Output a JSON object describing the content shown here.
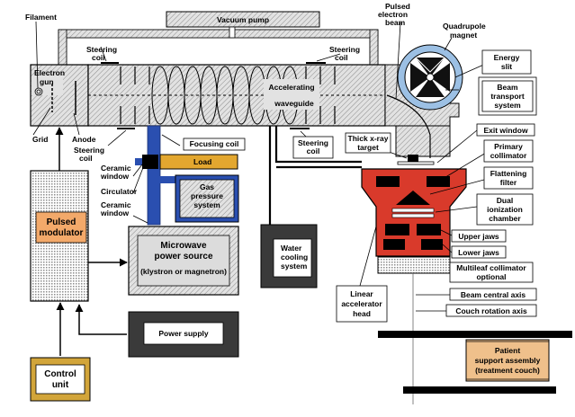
{
  "labels": {
    "vacuum_pump": "Vacuum pump",
    "filament": "Filament",
    "pulsed_beam_1": "Pulsed",
    "pulsed_beam_2": "electron",
    "pulsed_beam_3": "beam",
    "quadrupole_1": "Quadrupole",
    "quadrupole_2": "magnet",
    "energy_slit_1": "Energy",
    "energy_slit_2": "slit",
    "steering_coil_top_left_1": "Steering",
    "steering_coil_top_left_2": "coil",
    "steering_coil_top_right_1": "Steering",
    "steering_coil_top_right_2": "coil",
    "electron_gun_1": "Electron",
    "electron_gun_2": "gun",
    "accelerating_1": "Accelerating",
    "accelerating_2": "waveguide",
    "beam_transport_1": "Beam",
    "beam_transport_2": "transport",
    "beam_transport_3": "system",
    "grid": "Grid",
    "anode": "Anode",
    "steering_coil_left_1": "Steering",
    "steering_coil_left_2": "coil",
    "focusing_coil": "Focusing coil",
    "steering_coil_bottom_1": "Steering",
    "steering_coil_bottom_2": "coil",
    "thick_xray_1": "Thick x-ray",
    "thick_xray_2": "target",
    "exit_window": "Exit window",
    "primary_collimator_1": "Primary",
    "primary_collimator_2": "collimator",
    "ceramic_window_1_a": "Ceramic",
    "ceramic_window_1_b": "window",
    "load": "Load",
    "flattening_filter_1": "Flattening",
    "flattening_filter_2": "filter",
    "circulator": "Circulator",
    "gas_pressure_1": "Gas",
    "gas_pressure_2": "pressure",
    "gas_pressure_3": "system",
    "dual_ion_1": "Dual",
    "dual_ion_2": "ionization",
    "dual_ion_3": "chamber",
    "ceramic_window_2_a": "Ceramic",
    "ceramic_window_2_b": "window",
    "pulsed_modulator_1": "Pulsed",
    "pulsed_modulator_2": "modulator",
    "microwave_1": "Microwave",
    "microwave_2": "power source",
    "microwave_3": "(klystron or magnetron)",
    "water_cooling_1": "Water",
    "water_cooling_2": "cooling",
    "water_cooling_3": "system",
    "upper_jaws": "Upper jaws",
    "lower_jaws": "Lower jaws",
    "multileaf_1": "Multileaf collimator",
    "multileaf_2": "optional",
    "linac_head_1": "Linear",
    "linac_head_2": "accelerator",
    "linac_head_3": "head",
    "beam_central_axis": "Beam central axis",
    "couch_rotation_axis": "Couch rotation axis",
    "power_supply": "Power supply",
    "patient_support_1": "Patient",
    "patient_support_2": "support assembly",
    "patient_support_3": "(treatment couch)",
    "control_unit_1": "Control",
    "control_unit_2": "unit"
  },
  "colors": {
    "hatch_gray": "#b8b8b8",
    "load_orange": "#e3a72f",
    "orange_label": "#f3a96a",
    "head_red": "#d93a2b",
    "waveguide_blue": "#2a4fb0",
    "quad_ring": "#9cc0e4",
    "gas_blue": "#2a4fb0",
    "dark_box": "#3a3a3a",
    "control_gold": "#d2a53a",
    "patient_beige": "#efc08b"
  }
}
